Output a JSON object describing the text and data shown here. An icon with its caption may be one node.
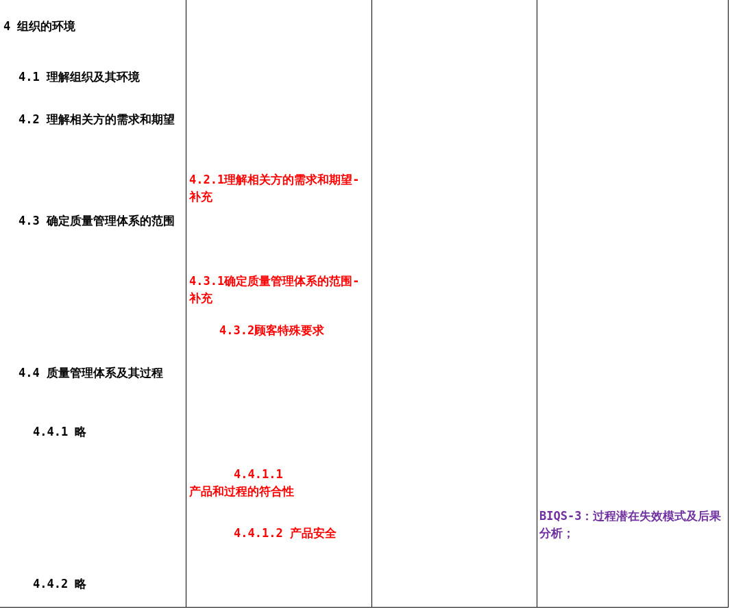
{
  "diagram": {
    "labels": [
      "4 组织的环境",
      "4.1 理解组织及其环境",
      "4.2 理解相关方的需求和期望",
      "4.2.1理解相关方的需求和期望-补充",
      "4.3 确定质量管理体系的范围",
      "4.3.1确定质量管理体系的范围-补充",
      "4.3.2顾客特殊要求",
      "4.4 质量管理体系及其过程",
      "4.4.1 略",
      "4.4.1.1 产品和过程的符合性",
      "4.4.1.2 产品安全",
      "BIQS-3：过程潜在失效模式及后果分析；",
      "4.4.2 略"
    ]
  }
}
